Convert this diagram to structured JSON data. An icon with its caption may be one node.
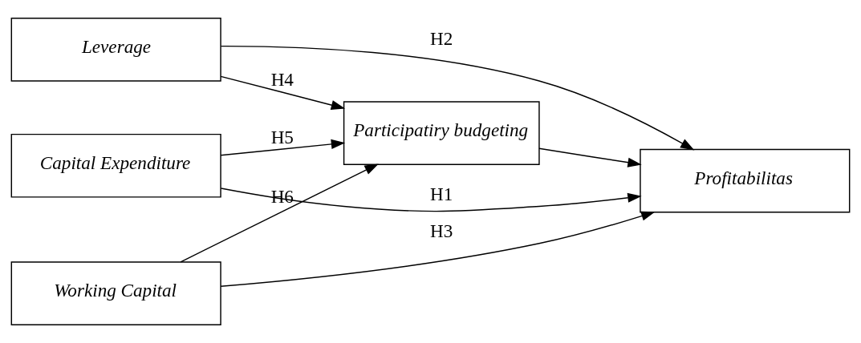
{
  "diagram": {
    "nodes": [
      {
        "text": [
          "Leverage"
        ]
      },
      {
        "text": [
          "Capital Expenditure"
        ]
      },
      {
        "text": [
          "Working Capital"
        ]
      },
      {
        "text": [
          "Participatiry budgeting"
        ]
      },
      {
        "text": [
          "Profitabilitas"
        ]
      }
    ],
    "edges": [
      {
        "from": 0,
        "to": 4,
        "arrow": "to",
        "label": "H2"
      },
      {
        "from": 0,
        "to": 3,
        "arrow": "to",
        "label": "H4"
      },
      {
        "from": 1,
        "to": 3,
        "arrow": "to",
        "label": "H5"
      },
      {
        "from": 2,
        "to": 3,
        "arrow": "to",
        "label": "H6"
      },
      {
        "from": 3,
        "to": 4,
        "arrow": "to"
      },
      {
        "from": 2,
        "to": 4,
        "arrow": "to",
        "label": "H3"
      },
      {
        "from": 1,
        "to": 4,
        "arrow": "to",
        "label": "H1"
      }
    ]
  }
}
